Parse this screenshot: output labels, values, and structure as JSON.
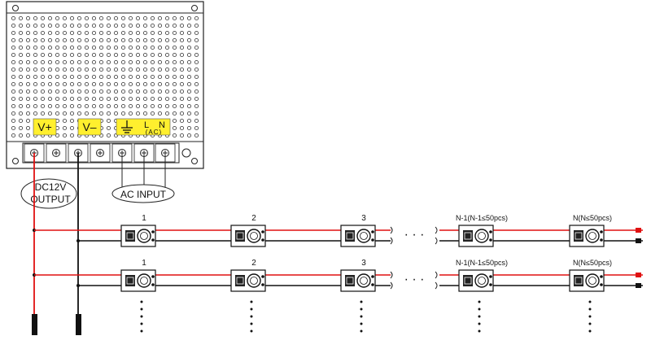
{
  "psu": {
    "terminal_labels": [
      "V+",
      "V–",
      "",
      "L",
      "N"
    ],
    "ac_note": "(AC)",
    "ground_icon": "ground-icon"
  },
  "callouts": {
    "dc_line1": "DC12V",
    "dc_line2": "OUTPUT",
    "ac_input": "AC INPUT"
  },
  "strings": [
    {
      "modules": [
        "1",
        "2",
        "3",
        "N-1(N-1≤50pcs)",
        "N(N≤50pcs)"
      ]
    },
    {
      "modules": [
        "1",
        "2",
        "3",
        "N-1(N-1≤50pcs)",
        "N(N≤50pcs)"
      ]
    }
  ],
  "ellipsis": "· · ·",
  "colors": {
    "positive_wire": "#e01010",
    "negative_wire": "#111111",
    "label_bg": "#ffef2e",
    "psu_outline": "#222222"
  }
}
